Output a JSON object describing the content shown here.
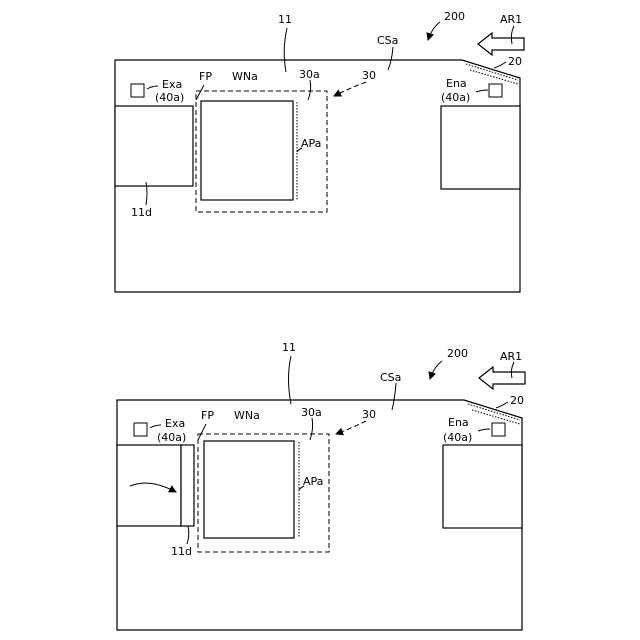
{
  "figures": [
    {
      "id": "state-1",
      "labels": {
        "ref_200": "200",
        "ar1": "AR1",
        "ref_11": "11",
        "csa": "CSa",
        "ref_20": "20",
        "ref_30": "30",
        "ref_30a": "30a",
        "exa": "Exa",
        "exa_40a": "(40a)",
        "fp": "FP",
        "wna": "WNa",
        "apa": "APa",
        "ena": "Ena",
        "ena_40a": "(40a)",
        "ref_11d": "11d"
      }
    },
    {
      "id": "state-2",
      "labels": {
        "ref_200": "200",
        "ar1": "AR1",
        "ref_11": "11",
        "csa": "CSa",
        "ref_20": "20",
        "ref_30": "30",
        "ref_30a": "30a",
        "exa": "Exa",
        "exa_40a": "(40a)",
        "fp": "FP",
        "wna": "WNa",
        "apa": "APa",
        "ena": "Ena",
        "ena_40a": "(40a)",
        "ref_11d": "11d"
      }
    }
  ]
}
